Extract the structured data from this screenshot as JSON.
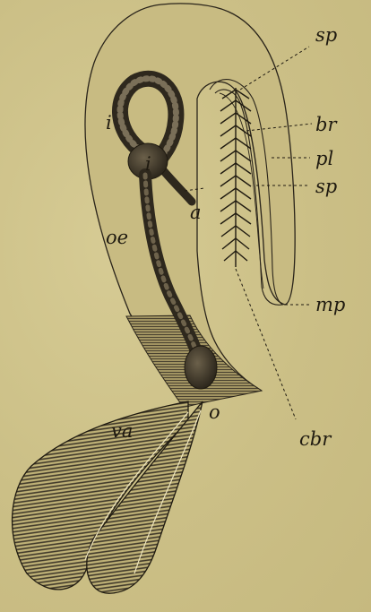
{
  "figure": {
    "labels": {
      "sp_top": "sp",
      "br": "br",
      "pl": "pl",
      "sp_mid": "sp",
      "mp": "mp",
      "cbr": "cbr",
      "i_upper": "i",
      "i_lower": "i",
      "a": "a",
      "oe": "oe",
      "o": "o",
      "va": "va"
    },
    "colors": {
      "paper": "#cdc18a",
      "ink": "#1f1a10",
      "tube": "#3a3326"
    }
  }
}
